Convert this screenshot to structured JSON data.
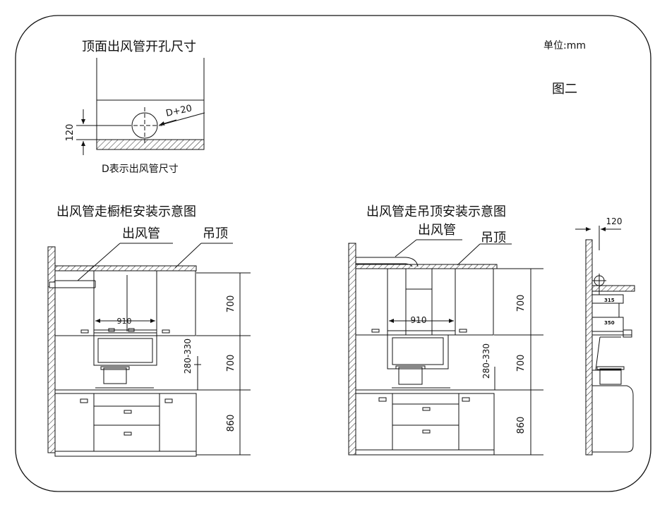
{
  "top_section": {
    "title": "顶面出风管开孔尺寸",
    "hole_label": "D+20",
    "dim_120": "120",
    "caption": "D表示出风管尺寸"
  },
  "header": {
    "unit": "单位:mm",
    "figure": "图二"
  },
  "left_diagram": {
    "title": "出风管走橱柜安装示意图",
    "duct_label": "出风管",
    "ceiling_label": "吊顶",
    "width_dim": "910",
    "gap_dim": "280-330",
    "dim_upper": "700",
    "dim_middle": "700",
    "dim_lower": "860"
  },
  "right_diagram": {
    "title": "出风管走吊顶安装示意图",
    "duct_label": "出风管",
    "ceiling_label": "吊顶",
    "width_dim": "910",
    "gap_dim": "280-330",
    "dim_upper": "700",
    "dim_middle": "700",
    "dim_lower": "860"
  },
  "side_view": {
    "dim_120": "120",
    "dim_315": "315",
    "dim_350": "350"
  }
}
